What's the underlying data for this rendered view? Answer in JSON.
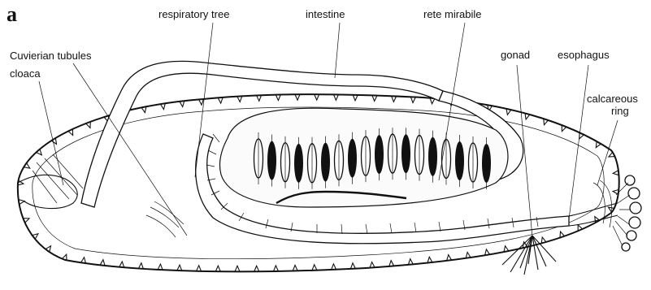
{
  "panel_letter": "a",
  "labels": {
    "respiratory_tree": "respiratory tree",
    "intestine": "intestine",
    "rete_mirabile": "rete mirabile",
    "cuvierian_tubules": "Cuvierian tubules",
    "gonad": "gonad",
    "esophagus": "esophagus",
    "cloaca": "cloaca",
    "calcareous_ring_line1": "calcareous",
    "calcareous_ring_line2": "ring"
  }
}
